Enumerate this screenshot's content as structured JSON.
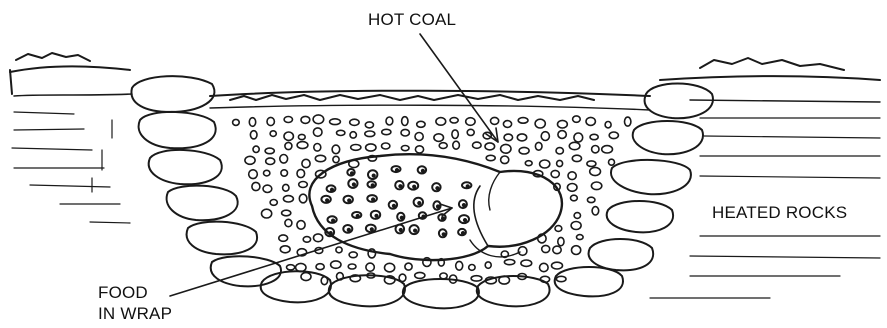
{
  "labels": {
    "hot_coal": "HOT COAL",
    "heated_rocks": "HEATED ROCKS",
    "food_line1": "FOOD",
    "food_line2": "IN WRAP"
  },
  "colors": {
    "ink": "#111111",
    "background": "#ffffff"
  }
}
